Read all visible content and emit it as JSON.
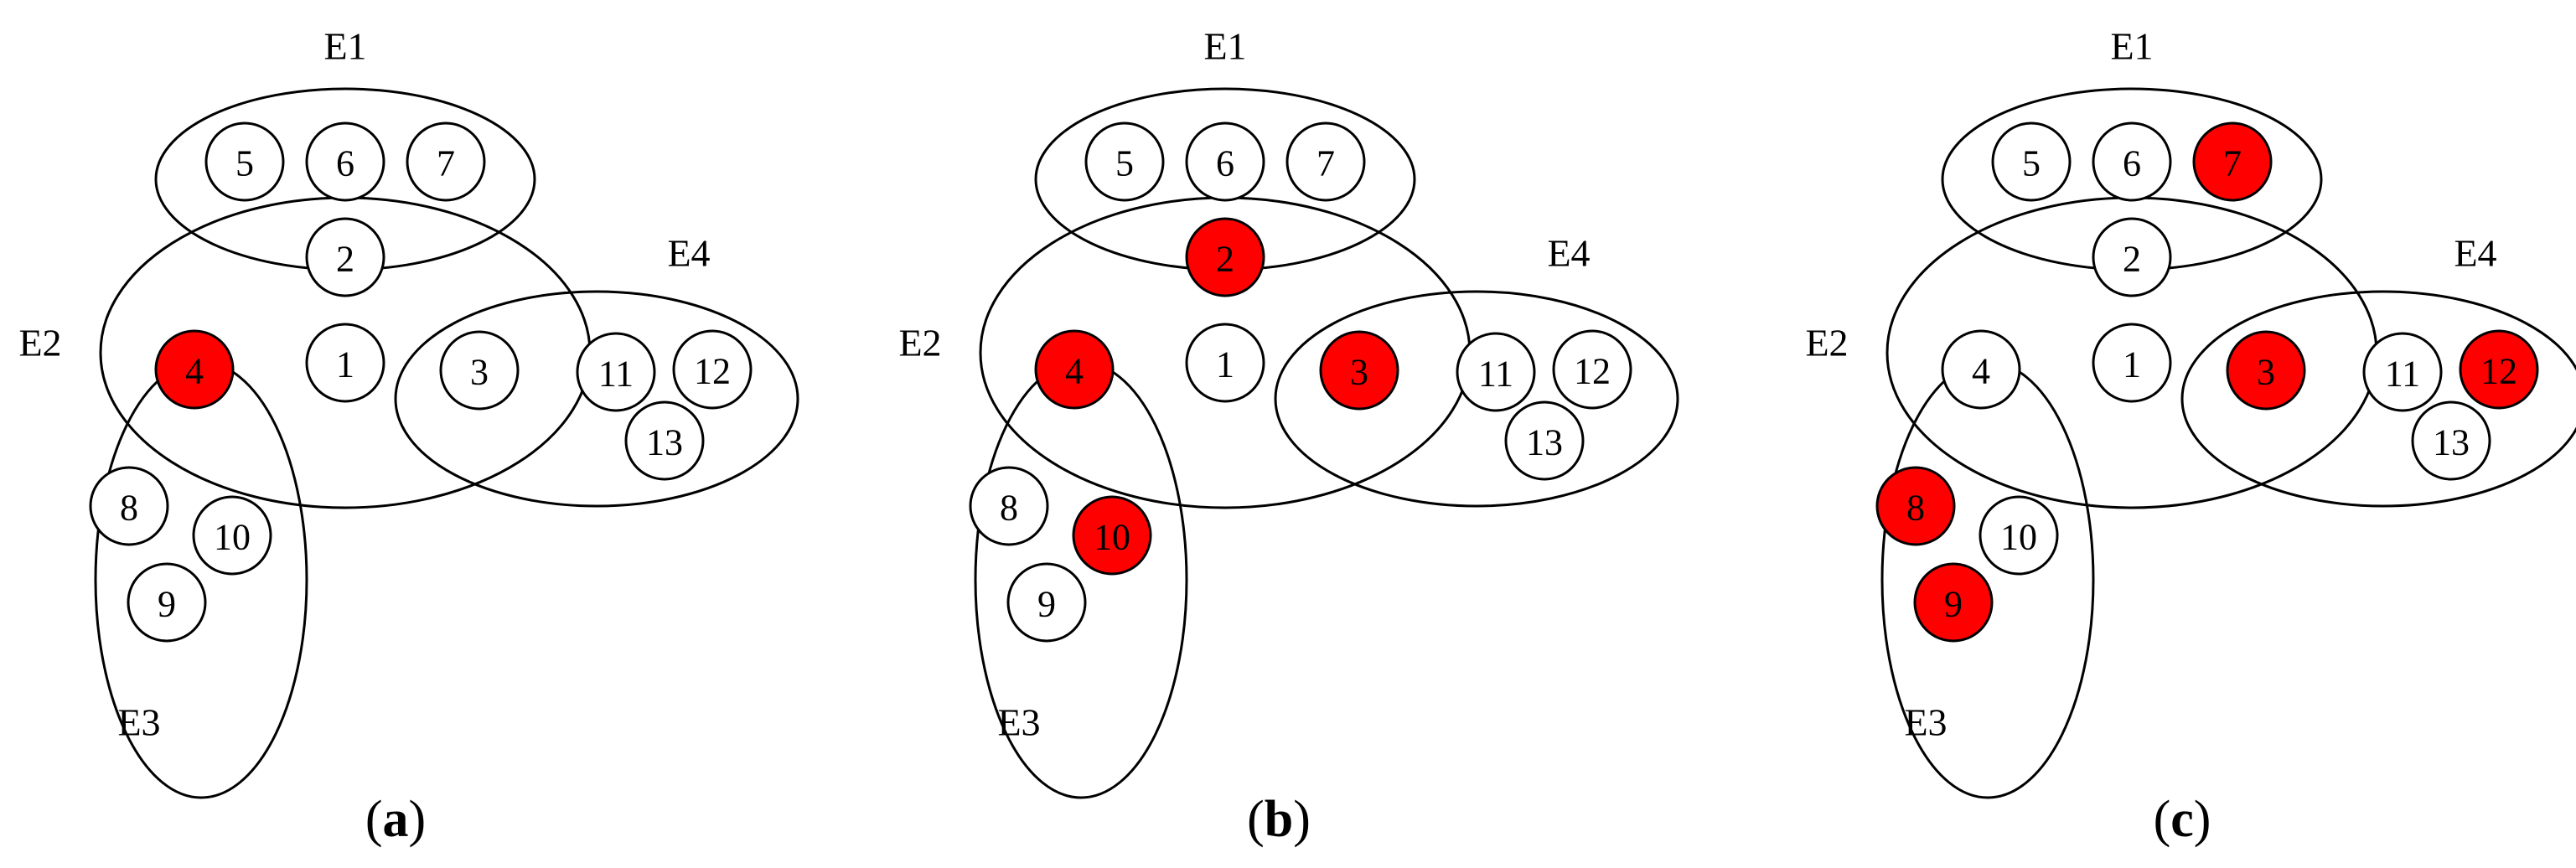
{
  "colors": {
    "highlight": "#ff0000",
    "default_fill": "#ffffff",
    "stroke": "#000000"
  },
  "hyperedges": [
    "E1",
    "E2",
    "E3",
    "E4"
  ],
  "vertices": [
    "1",
    "2",
    "3",
    "4",
    "5",
    "6",
    "7",
    "8",
    "9",
    "10",
    "11",
    "12",
    "13"
  ],
  "panels": [
    {
      "id": "a",
      "caption_open": "(",
      "caption_letter": "a",
      "caption_close": ")",
      "highlighted": [
        "4"
      ]
    },
    {
      "id": "b",
      "caption_open": "(",
      "caption_letter": "b",
      "caption_close": ")",
      "highlighted": [
        "2",
        "3",
        "4",
        "10"
      ]
    },
    {
      "id": "c",
      "caption_open": "(",
      "caption_letter": "c",
      "caption_close": ")",
      "highlighted": [
        "3",
        "7",
        "8",
        "9",
        "12"
      ]
    }
  ]
}
